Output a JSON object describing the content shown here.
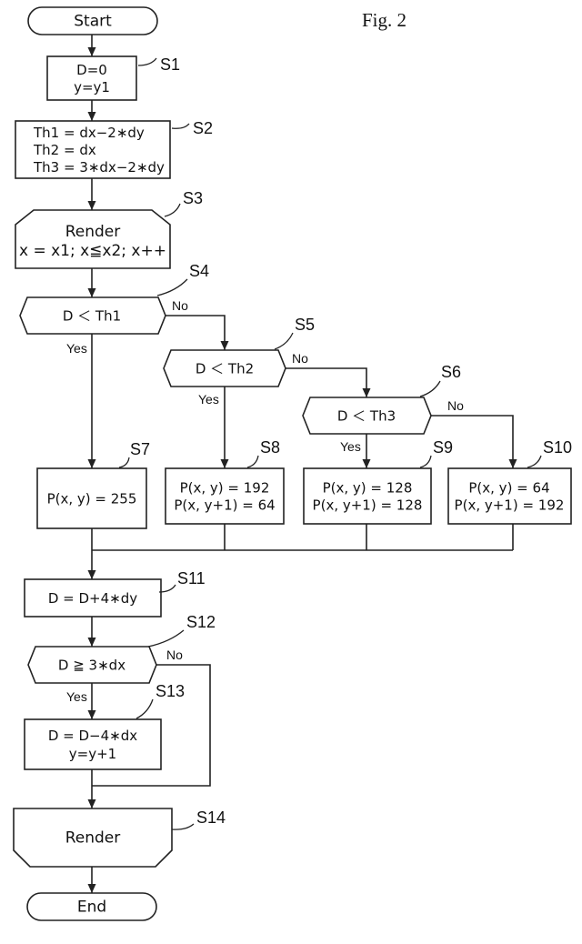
{
  "figure_label": "Fig. 2",
  "nodes": {
    "start": {
      "text": [
        "Start"
      ]
    },
    "s1": {
      "step": "S1",
      "text": [
        "D=0",
        "y=y1"
      ]
    },
    "s2": {
      "step": "S2",
      "text": [
        "Th1 = dx−2∗dy",
        "Th2 = dx",
        "Th3 = 3∗dx−2∗dy"
      ]
    },
    "s3": {
      "step": "S3",
      "text": [
        "Render",
        "x = x1; x≦x2; x++"
      ]
    },
    "s4": {
      "step": "S4",
      "text": [
        "D ＜ Th1"
      ]
    },
    "s5": {
      "step": "S5",
      "text": [
        "D ＜ Th2"
      ]
    },
    "s6": {
      "step": "S6",
      "text": [
        "D ＜ Th3"
      ]
    },
    "s7": {
      "step": "S7",
      "text": [
        "P(x, y) = 255"
      ]
    },
    "s8": {
      "step": "S8",
      "text": [
        "P(x, y) = 192",
        "P(x, y+1) = 64"
      ]
    },
    "s9": {
      "step": "S9",
      "text": [
        "P(x, y) = 128",
        "P(x, y+1) = 128"
      ]
    },
    "s10": {
      "step": "S10",
      "text": [
        "P(x, y) = 64",
        "P(x, y+1) = 192"
      ]
    },
    "s11": {
      "step": "S11",
      "text": [
        "D = D+4∗dy"
      ]
    },
    "s12": {
      "step": "S12",
      "text": [
        "D ≧ 3∗dx"
      ]
    },
    "s13": {
      "step": "S13",
      "text": [
        "D = D−4∗dx",
        "y=y+1"
      ]
    },
    "s14": {
      "step": "S14",
      "text": [
        "Render"
      ]
    },
    "end": {
      "text": [
        "End"
      ]
    }
  },
  "branch_labels": {
    "yes": "Yes",
    "no": "No"
  }
}
